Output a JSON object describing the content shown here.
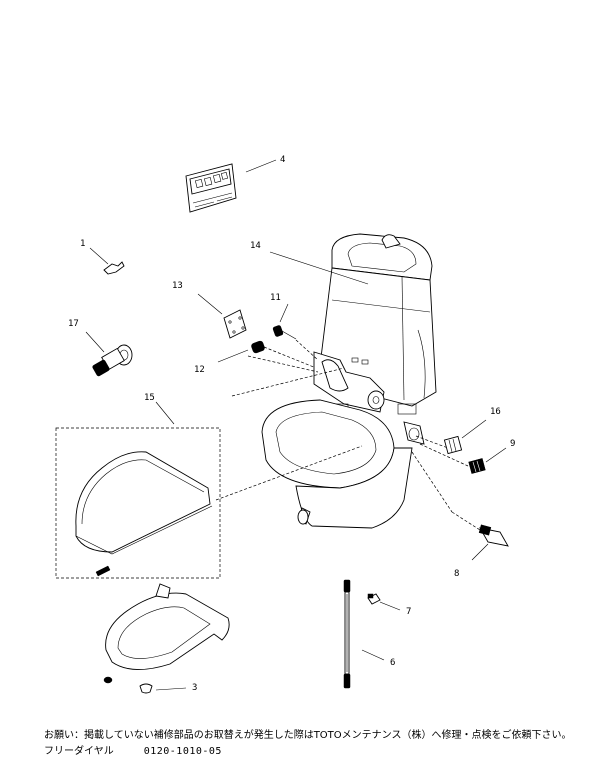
{
  "callouts": {
    "c1": "1",
    "c3": "3",
    "c4": "4",
    "c6": "6",
    "c7": "7",
    "c8": "8",
    "c9": "9",
    "c11": "11",
    "c12": "12",
    "c13": "13",
    "c14": "14",
    "c15": "15",
    "c16": "16",
    "c17": "17"
  },
  "footer": {
    "notice": "お願い：掲載していない補修部品のお取替えが発生した際はTOTOメンテナンス（株）へ修理・点検をご依頼下さい。",
    "dial_label": "フリーダイヤル",
    "dial_number": "0120-1010-05"
  }
}
